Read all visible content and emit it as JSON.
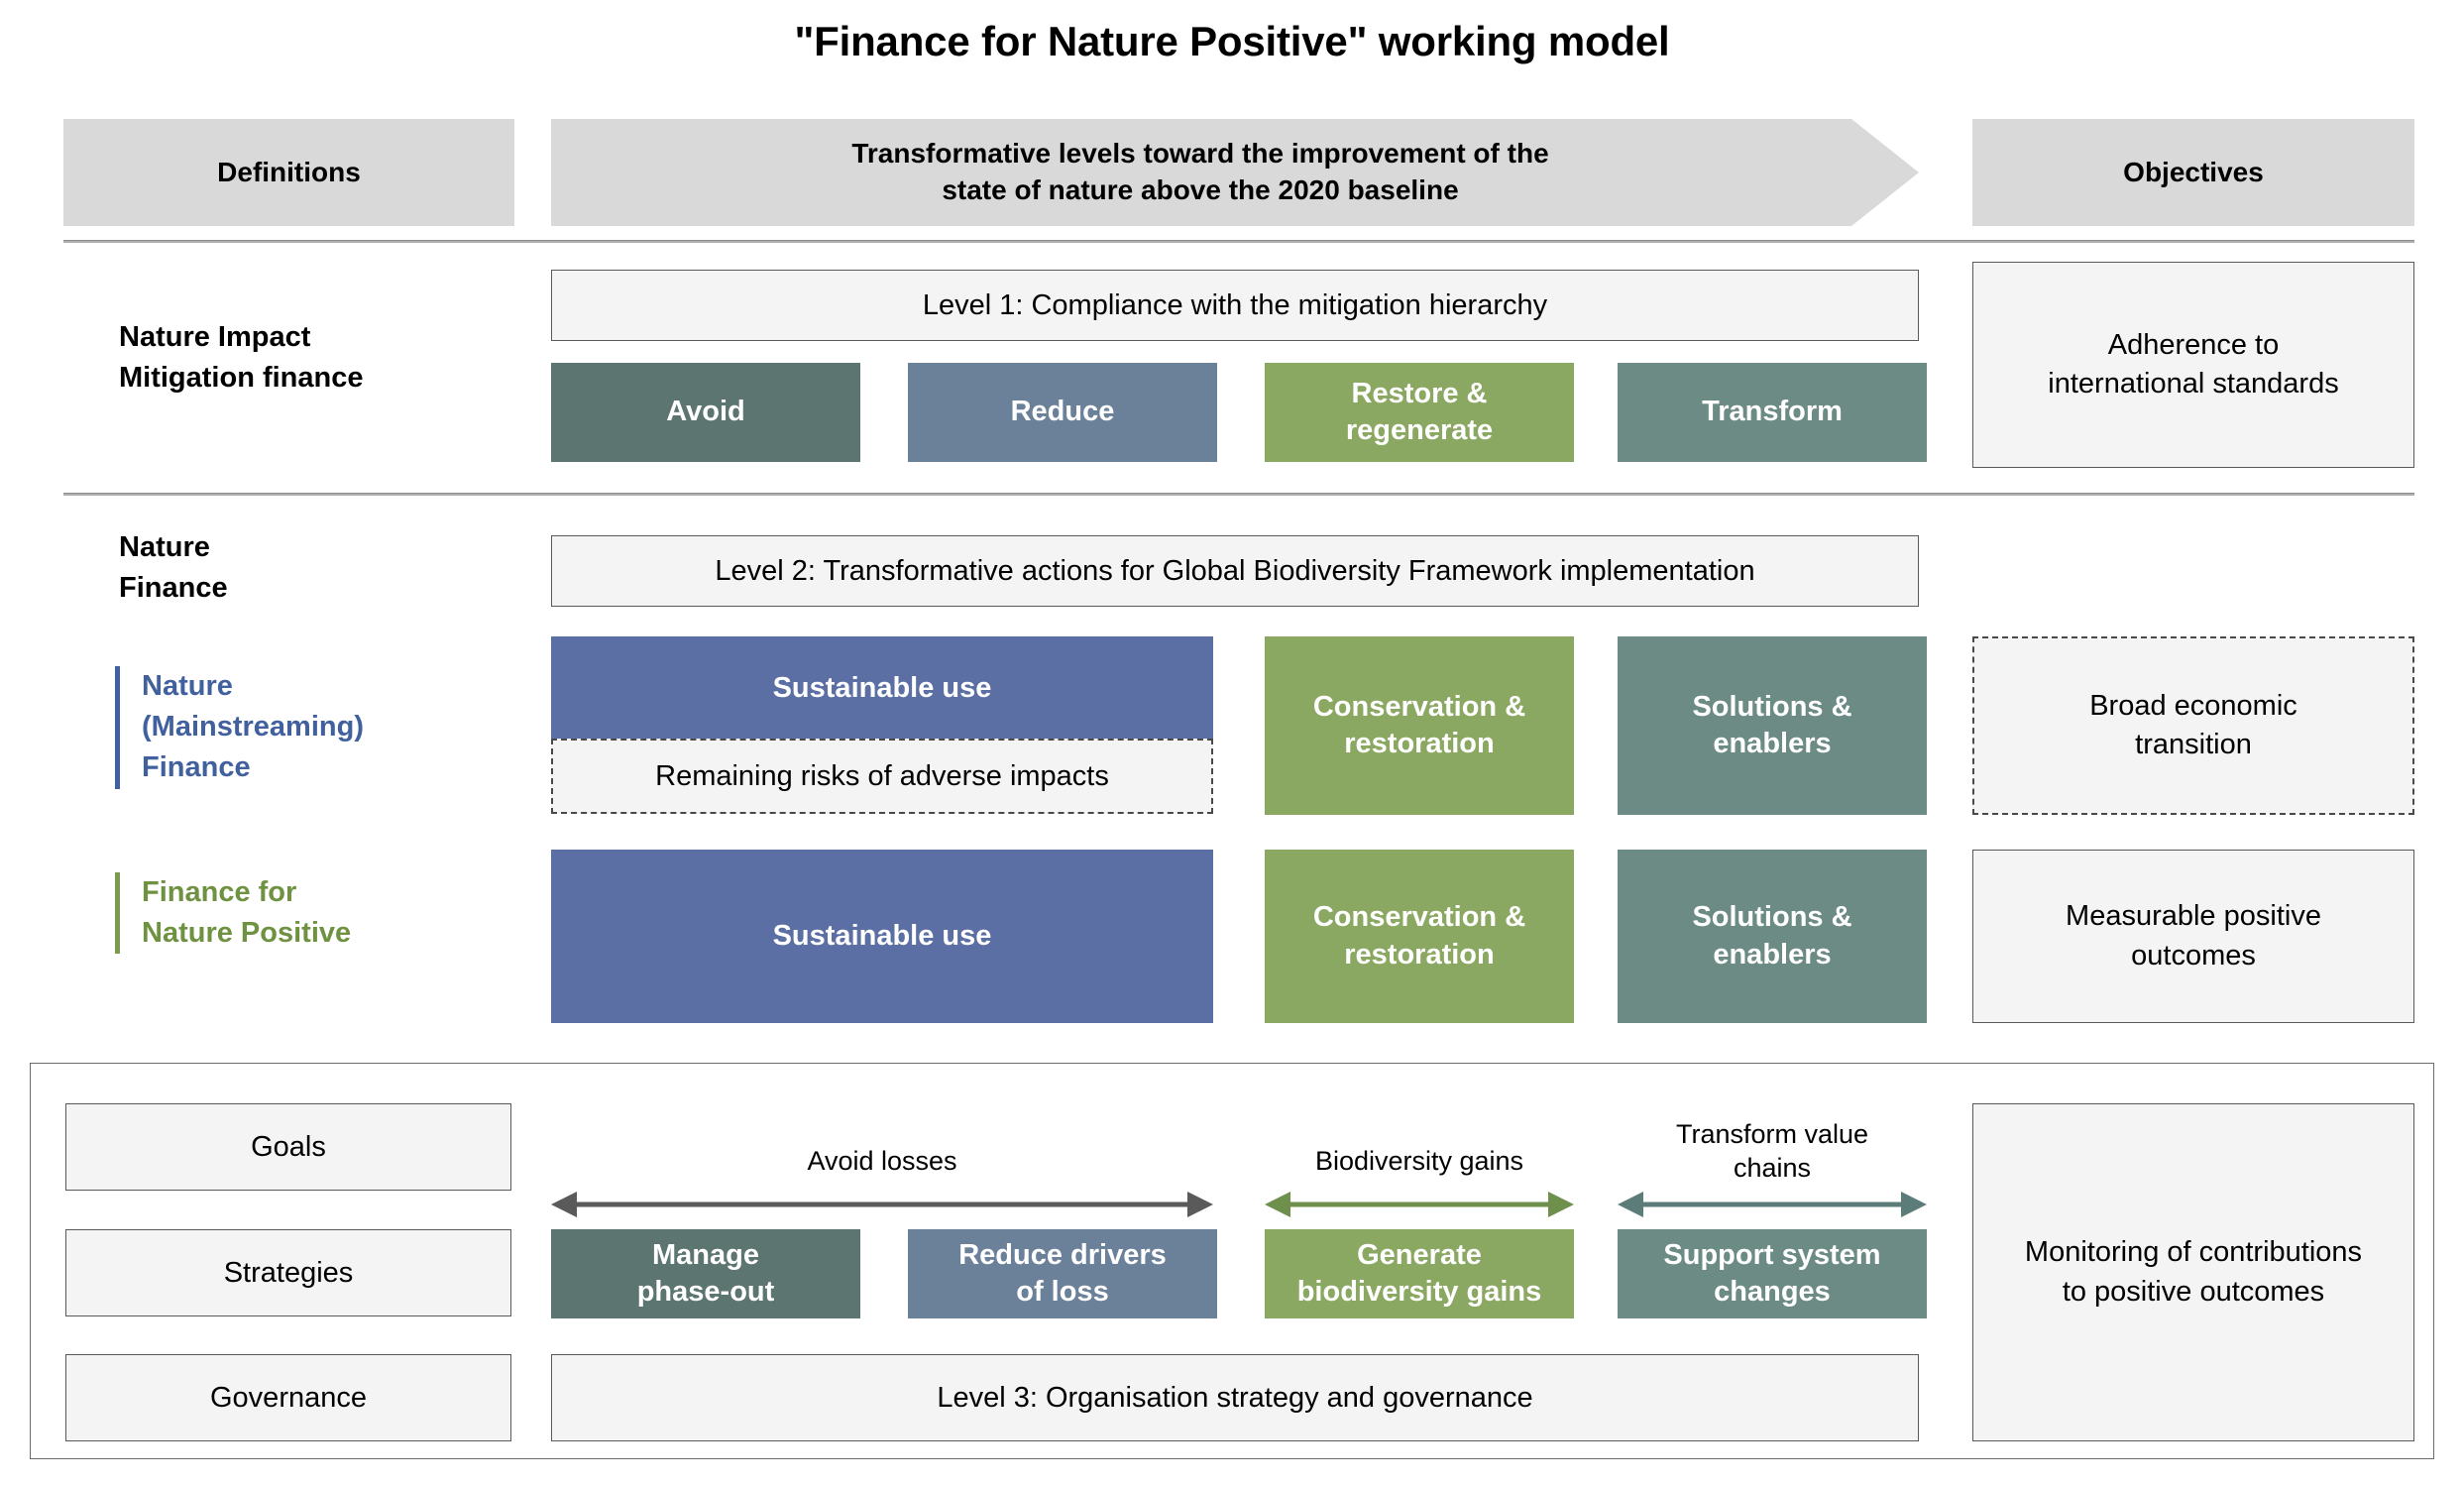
{
  "title": "\"Finance for Nature Positive\" working model",
  "header": {
    "definitions": "Definitions",
    "transformative": "Transformative levels toward the improvement of the\nstate of nature above the 2020 baseline",
    "objectives": "Objectives"
  },
  "rows": [
    {
      "label": "Nature Impact\nMitigation finance",
      "level": "Level 1: Compliance with the mitigation hierarchy",
      "chips": [
        {
          "label": "Avoid",
          "color": "#5c7571"
        },
        {
          "label": "Reduce",
          "color": "#6b8199"
        },
        {
          "label": "Restore &\nregenerate",
          "color": "#8ba862"
        },
        {
          "label": "Transform",
          "color": "#6c8b85"
        }
      ],
      "objective": "Adherence to\ninternational standards"
    },
    {
      "label": "Nature\nFinance",
      "level": "Level 2: Transformative actions for Global Biodiversity Framework implementation"
    }
  ],
  "mainstreaming": {
    "label": "Nature\n(Mainstreaming)\nFinance",
    "color": "#41609e",
    "chips": [
      {
        "label": "Sustainable use",
        "color": "#5c6fa4"
      },
      {
        "label": "Conservation &\nrestoration",
        "color": "#8ba862"
      },
      {
        "label": "Solutions &\nenablers",
        "color": "#6c8b85"
      }
    ],
    "overlay": "Remaining risks of adverse impacts",
    "objective": "Broad economic\ntransition"
  },
  "nature_positive": {
    "label": "Finance for\nNature Positive",
    "color": "#6f9142",
    "chips": [
      {
        "label": "Sustainable use",
        "color": "#5c6fa4"
      },
      {
        "label": "Conservation &\nrestoration",
        "color": "#8ba862"
      },
      {
        "label": "Solutions &\nenablers",
        "color": "#6c8b85"
      }
    ],
    "objective": "Measurable positive\noutcomes"
  },
  "bottom": {
    "side_labels": [
      "Goals",
      "Strategies",
      "Governance"
    ],
    "goals": [
      {
        "label": "Avoid losses",
        "color": "#5a5a5a"
      },
      {
        "label": "Biodiversity gains",
        "color": "#6f8f4d"
      },
      {
        "label": "Transform value\nchains",
        "color": "#5b7c78"
      }
    ],
    "strategies": [
      {
        "label": "Manage\nphase-out",
        "color": "#5c7571"
      },
      {
        "label": "Reduce drivers\nof loss",
        "color": "#6b8199"
      },
      {
        "label": "Generate\nbiodiversity gains",
        "color": "#8ba862"
      },
      {
        "label": "Support system\nchanges",
        "color": "#6c8b85"
      }
    ],
    "governance": "Level 3: Organisation strategy and governance",
    "objective": "Monitoring of contributions\nto positive outcomes"
  }
}
